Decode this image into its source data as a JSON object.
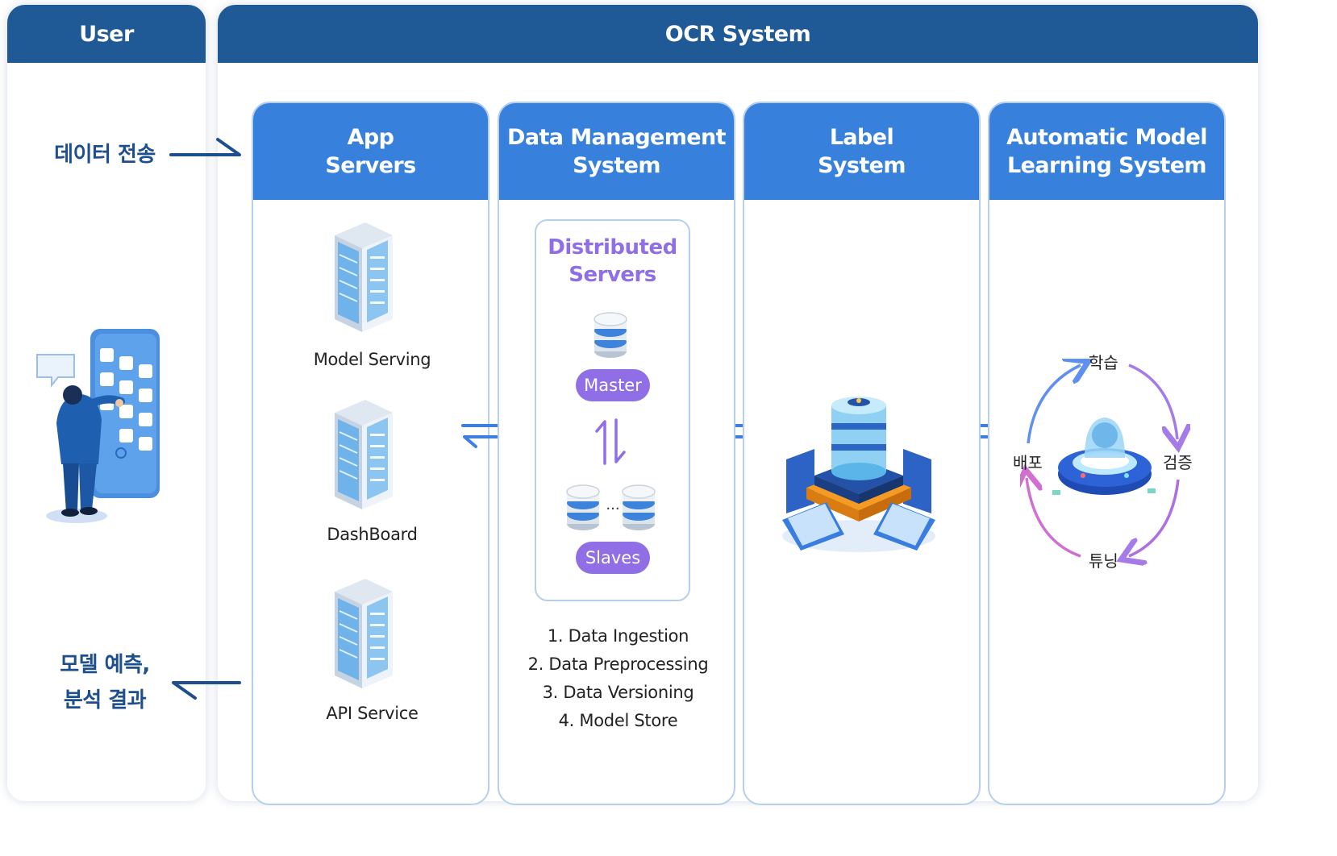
{
  "user_panel": {
    "title": "User",
    "send_label": "데이터 전송",
    "result_label": "모델 예측,\n분석 결과"
  },
  "ocr_panel": {
    "title": "OCR System"
  },
  "columns": [
    {
      "title": "App\nServers",
      "servers": [
        "Model Serving",
        "DashBoard",
        "API Service"
      ]
    },
    {
      "title": "Data Management\nSystem",
      "box_title": "Distributed\nServers",
      "master_label": "Master",
      "slaves_label": "Slaves",
      "ellipsis": "...",
      "steps": [
        "1. Data Ingestion",
        "2. Data Preprocessing",
        "3. Data Versioning",
        "4. Model Store"
      ]
    },
    {
      "title": "Label\nSystem"
    },
    {
      "title": "Automatic Model\nLearning System",
      "cycle": [
        "학습",
        "검증",
        "튜닝",
        "배포"
      ]
    }
  ],
  "colors": {
    "header_dark": "#1f5a96",
    "header_blue": "#3781dd",
    "accent_purple": "#8f6ee6",
    "arrow_blue": "#3f7fe0",
    "text_navy": "#1d4f8e"
  },
  "icons": [
    "person-touch-icon",
    "server-rack-icon",
    "database-icon",
    "swap-arrows-icon",
    "label-system-icon",
    "ai-core-icon"
  ]
}
